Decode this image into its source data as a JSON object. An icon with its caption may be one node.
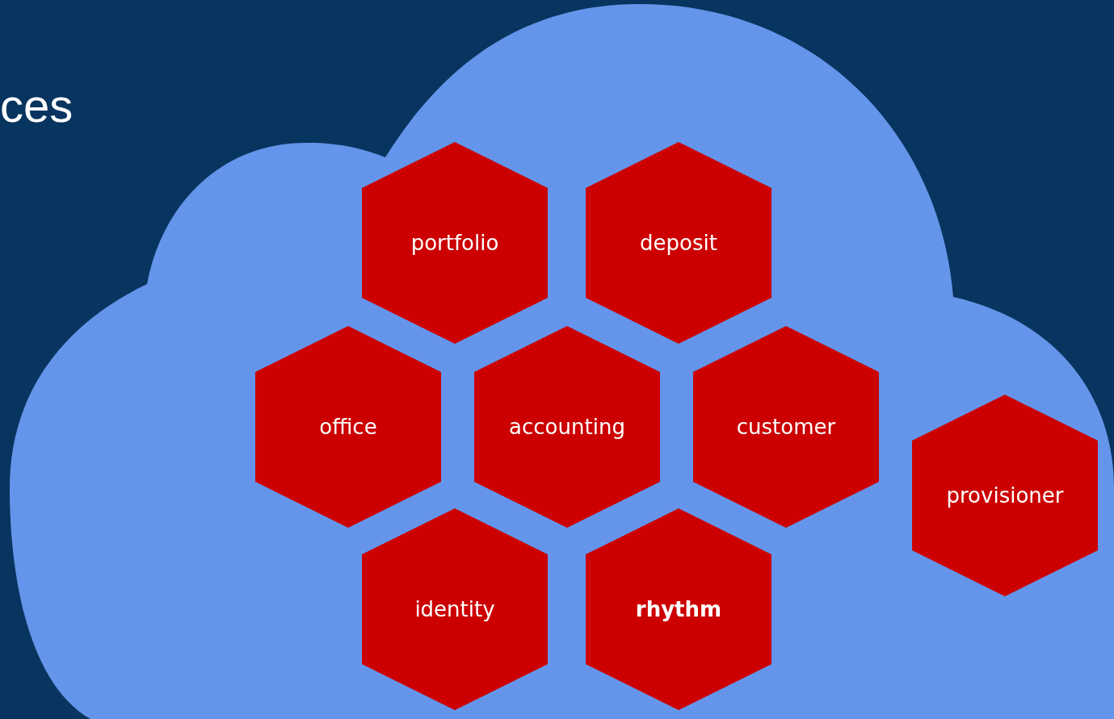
{
  "diagram": {
    "title": "ces",
    "nodes": [
      {
        "text": [],
        "shape": "cloud"
      },
      {
        "text": [
          "portfolio"
        ],
        "in": 0
      },
      {
        "text": [
          "deposit"
        ],
        "in": 0
      },
      {
        "text": [
          "office"
        ],
        "in": 0
      },
      {
        "text": [
          "accounting"
        ],
        "in": 0
      },
      {
        "text": [
          "customer"
        ],
        "in": 0
      },
      {
        "text": [
          "provisioner"
        ],
        "in": 0
      },
      {
        "text": [
          "identity"
        ],
        "in": 0
      },
      {
        "text": [
          "rhythm"
        ],
        "in": 0
      }
    ],
    "edges": []
  }
}
